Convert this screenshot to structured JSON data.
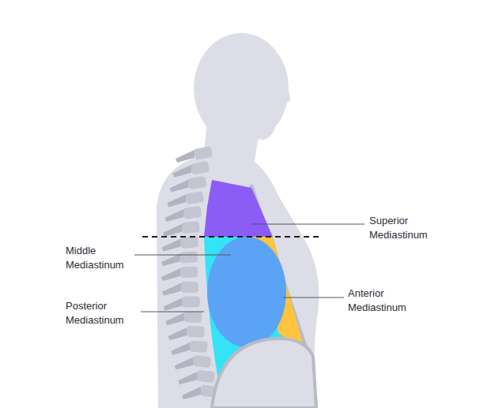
{
  "diagram": {
    "labels": [
      "Superior Mediastinum",
      "Middle Mediastinum",
      "Posterior Mediastinum",
      "Anterior Mediastinum"
    ]
  }
}
